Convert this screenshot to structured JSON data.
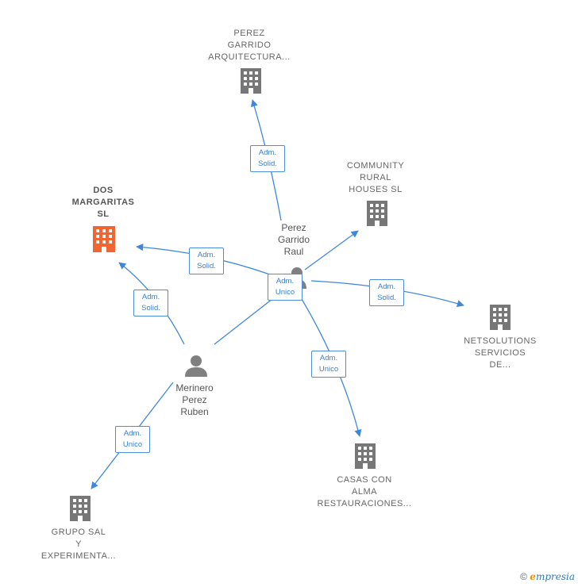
{
  "colors": {
    "edge": "#3f87db",
    "company": "#777777",
    "focus": "#f26430",
    "person": "#808080"
  },
  "companies": {
    "perez_garrido": "PEREZ\nGARRIDO\nARQUITECTURA...",
    "community": "COMMUNITY\nRURAL\nHOUSES  SL",
    "dos_margaritas": "DOS\nMARGARITAS\nSL",
    "netsolutions": "NETSOLUTIONS\nSERVICIOS\nDE...",
    "casas": "CASAS CON\nALMA\nRESTAURACIONES...",
    "grupo_sal": "GRUPO SAL\nY\nEXPERIMENTA..."
  },
  "people": {
    "perez_garrido_raul": "Perez\nGarrido\nRaul",
    "merinero": "Merinero\nPerez\nRuben"
  },
  "edges": {
    "e1": "Adm.\nSolid.",
    "e2": "Adm.\nSolid.",
    "e3": "Adm.\nUnico",
    "e4": "Adm.\nSolid.",
    "e5": "Adm.\nUnico",
    "e6": "Adm.\nSolid.",
    "e7": "Adm.\nUnico"
  },
  "footer": {
    "copyright": "©",
    "brand_initial": "e",
    "brand_rest": "mpresia"
  }
}
